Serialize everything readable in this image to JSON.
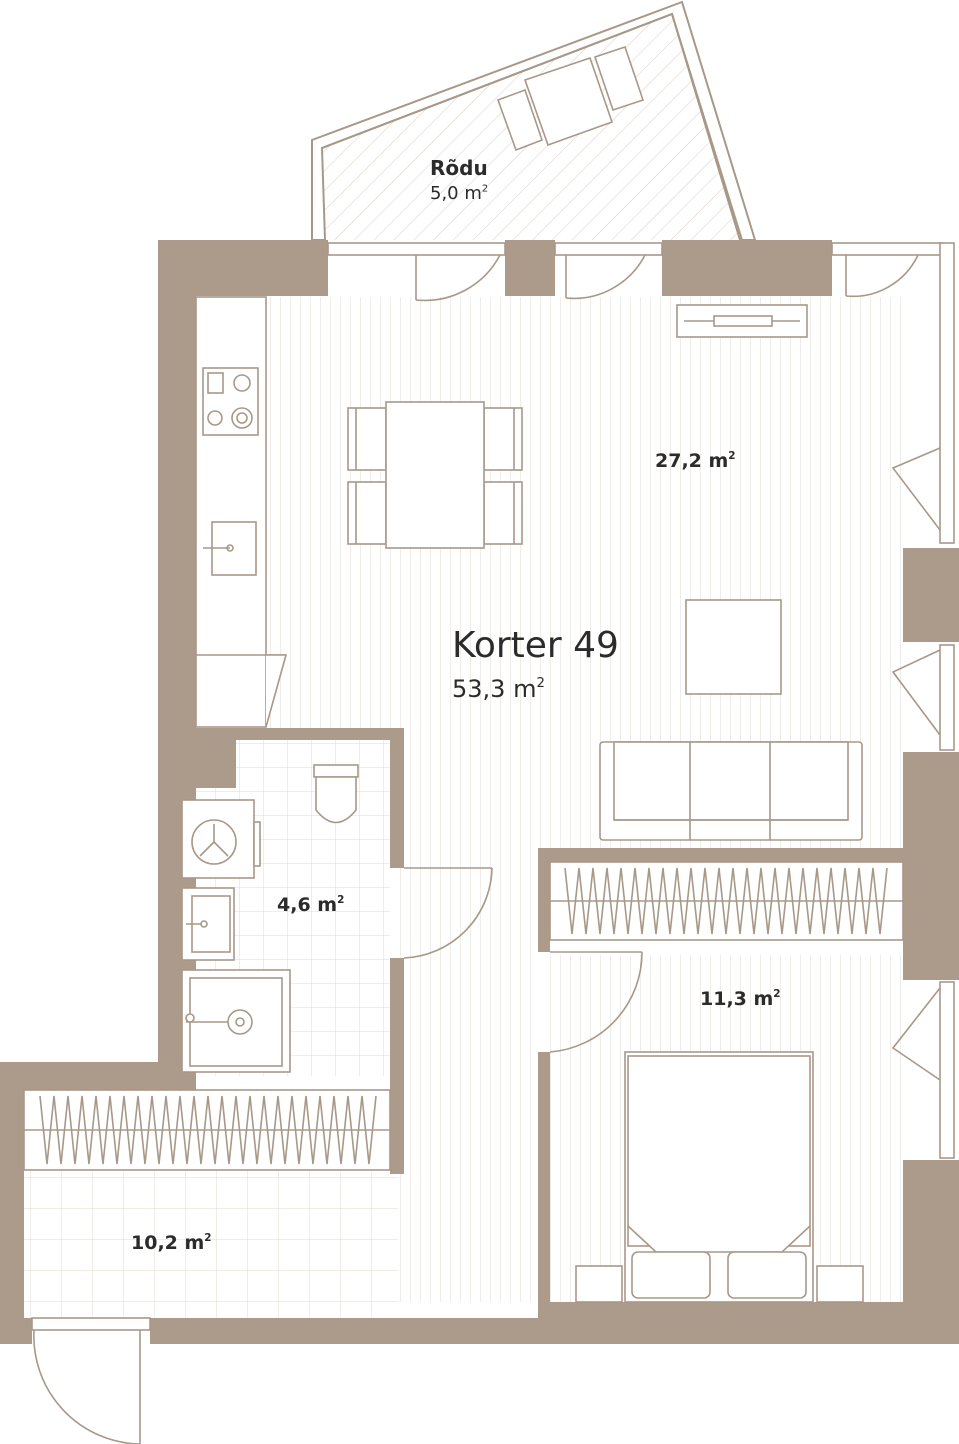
{
  "apartment": {
    "title": "Korter 49",
    "total_area_value": "53,3 m",
    "area_suffix": "2"
  },
  "rooms": {
    "living_kitchen": {
      "area": "27,2 m"
    },
    "bathroom": {
      "area": "4,6 m"
    },
    "bedroom": {
      "area": "11,3 m"
    },
    "hallway": {
      "area": "10,2 m"
    },
    "balcony": {
      "name": "Rõdu",
      "area": "5,0 m"
    }
  },
  "colors": {
    "wall": "#ac9a8a",
    "line": "#a89888",
    "text": "#2b2b2b",
    "background": "#ffffff"
  }
}
